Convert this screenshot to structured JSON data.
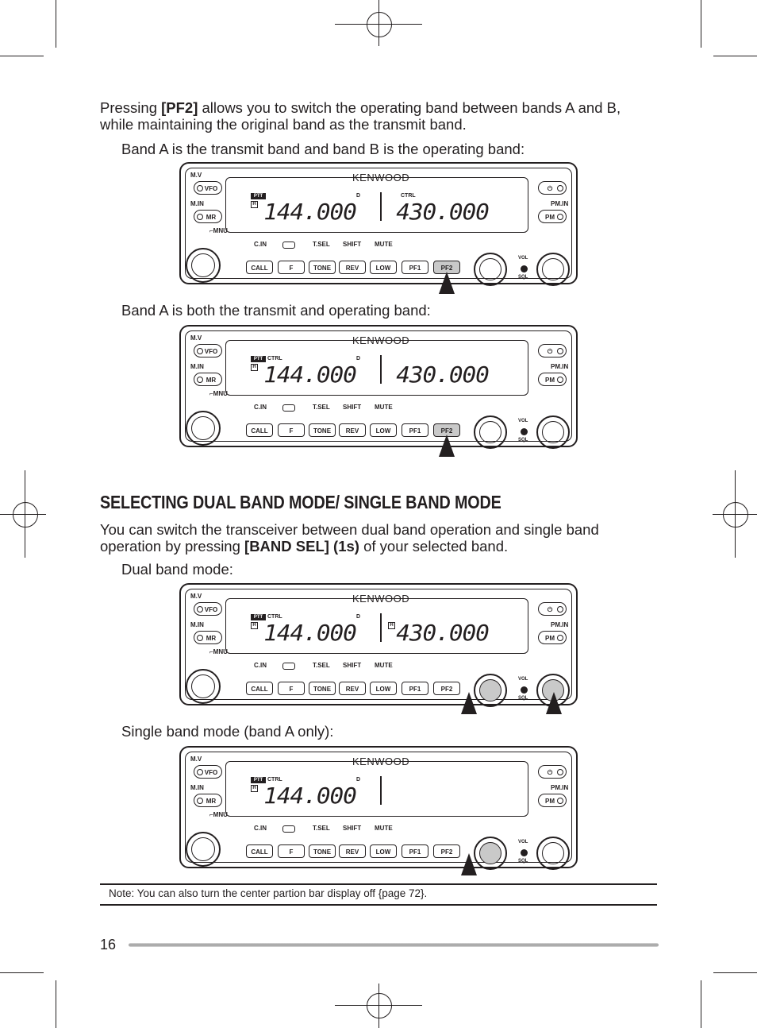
{
  "intro": {
    "pre": "Pressing ",
    "key": "[PF2]",
    "post": " allows you to switch the operating band between bands A and B, while maintaining the original band as the transmit band."
  },
  "captions": [
    "Band A is the transmit band and band B is the operating band:",
    "Band A is both the transmit and operating band:",
    "Dual band mode:",
    "Single band mode (band A only):"
  ],
  "section": {
    "title": "SELECTING DUAL BAND MODE/ SINGLE BAND MODE",
    "body_pre": "You can switch the transceiver between dual band operation and single band operation by pressing ",
    "body_key": "[BAND SEL] (1s)",
    "body_post": " of your selected band."
  },
  "radio": {
    "brand": "KENWOOD",
    "mv": "M.V",
    "vfo": "VFO",
    "min": "M.IN",
    "mr": "MR",
    "mnu": "⌐MNU",
    "pmin": "PM.IN",
    "pm": "PM",
    "cin": "C.IN",
    "tsel": "T.SEL",
    "shift": "SHIFT",
    "mute": "MUTE",
    "keys": [
      "CALL",
      "F",
      "TONE",
      "REV",
      "LOW",
      "PF1",
      "PF2"
    ],
    "vol": "VOL",
    "sql": "SQL",
    "ptt": "PTT",
    "h": "H",
    "ctrl": "CTRL",
    "d": "D",
    "freq_a": "144.000",
    "freq_b": "430.000"
  },
  "note": "Note:  You can also turn the center partion bar display off {page 72}.",
  "page_number": "16"
}
